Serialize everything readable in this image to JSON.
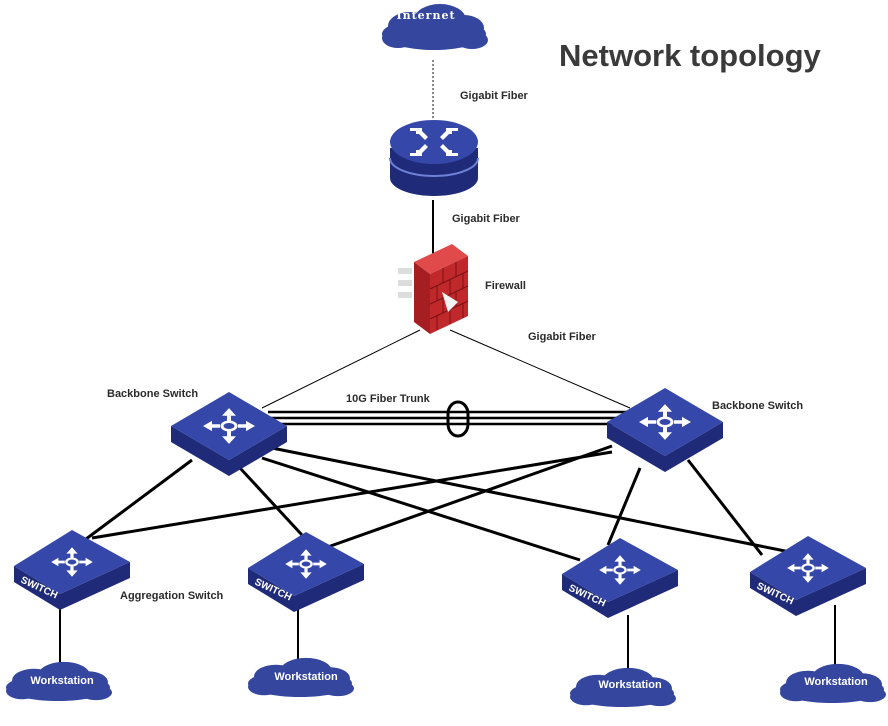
{
  "title": "Network topology",
  "internet": {
    "label": "Internet"
  },
  "links": {
    "internet_router": "Gigabit Fiber",
    "router_firewall": "Gigabit Fiber",
    "firewall_backbone": "Gigabit Fiber",
    "trunk": "10G Fiber Trunk"
  },
  "firewall": {
    "label": "Firewall"
  },
  "backbone": {
    "left_label": "Backbone Switch",
    "right_label": "Backbone Switch"
  },
  "aggregation": {
    "label": "Aggregation Switch",
    "switch_text": "SWITCH"
  },
  "workstations": [
    "Workstation",
    "Workstation",
    "Workstation",
    "Workstation"
  ],
  "colors": {
    "device_blue": "#2e3d9e",
    "device_dark": "#1f2a78",
    "firewall_red": "#c0282b",
    "cloud": "#34469e"
  }
}
